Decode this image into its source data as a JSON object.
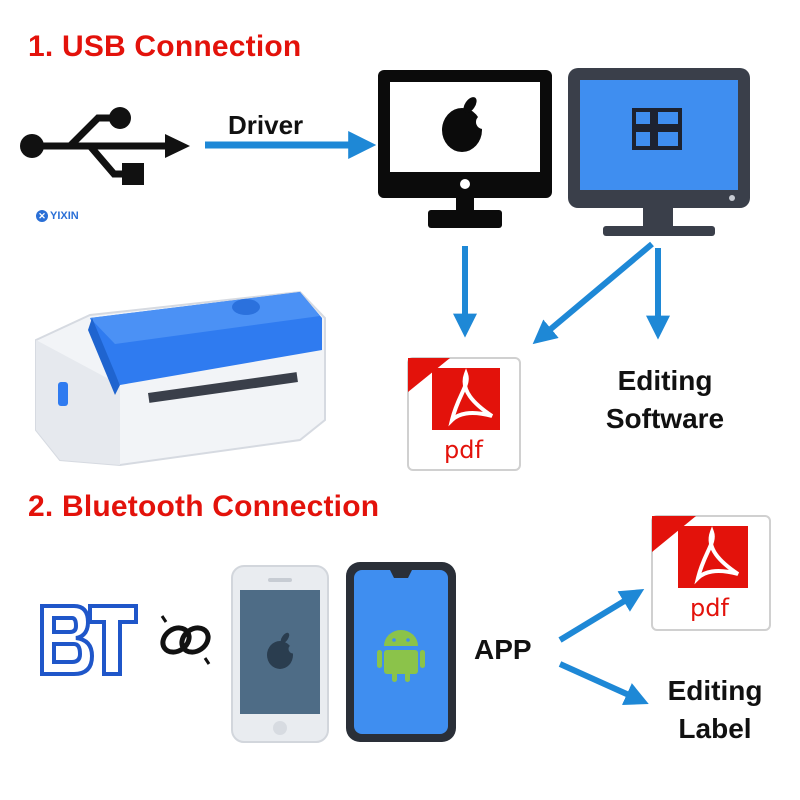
{
  "usb": {
    "heading": "1. USB Connection",
    "driver_label": "Driver",
    "editing_label": [
      "Editing",
      "Software"
    ],
    "brand": "YIXIN"
  },
  "bluetooth": {
    "heading": "2. Bluetooth Connection",
    "bt_logo": "BT",
    "app_label": "APP",
    "editing_label": [
      "Editing",
      "Label"
    ]
  },
  "pdf_icon_text": "pdf",
  "colors": {
    "heading": "#e3120b",
    "arrow": "#1e88d6",
    "screen_blue": "#3f8ef0",
    "monitor_dark": "#3a3f4a",
    "printer_lid": "#2f7bf0"
  },
  "icons": [
    "usb-icon",
    "apple-icon",
    "windows-icon",
    "pdf-icon",
    "bluetooth-logo",
    "link-icon",
    "android-icon"
  ]
}
